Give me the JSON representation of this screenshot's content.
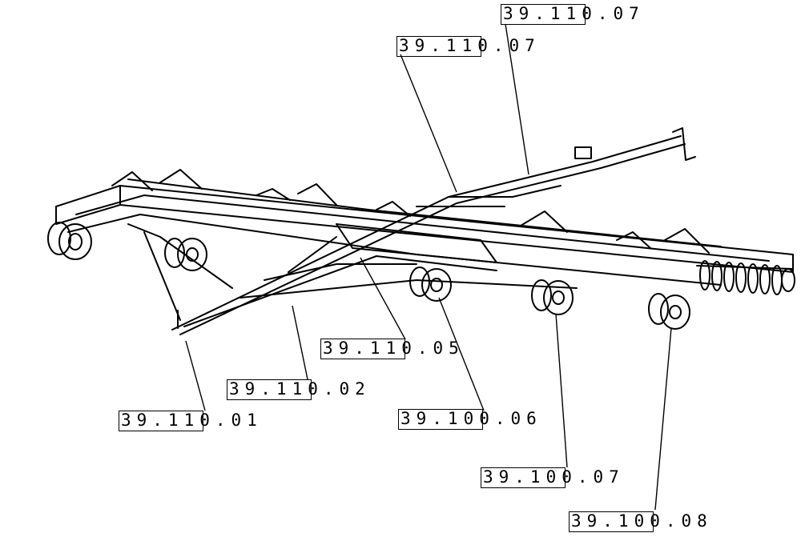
{
  "callouts": [
    {
      "id": "c1",
      "label": "39.110.07"
    },
    {
      "id": "c2",
      "label": "39.110.07"
    },
    {
      "id": "c3",
      "label": "39.110.05"
    },
    {
      "id": "c4",
      "label": "39.110.02"
    },
    {
      "id": "c5",
      "label": "39.110.01"
    },
    {
      "id": "c6",
      "label": "39.100.06"
    },
    {
      "id": "c7",
      "label": "39.100.07"
    },
    {
      "id": "c8",
      "label": "39.100.08"
    }
  ]
}
